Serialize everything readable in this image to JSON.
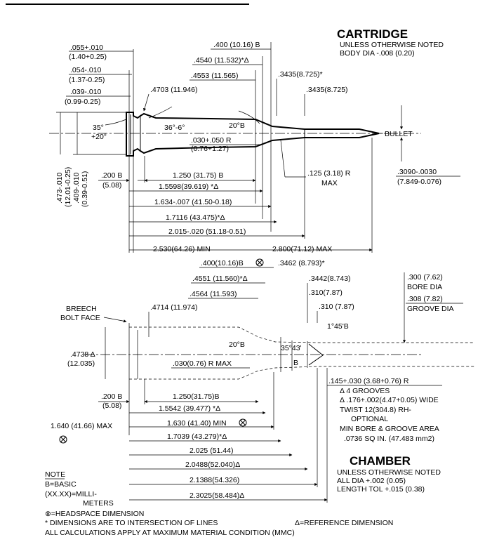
{
  "cartridge": {
    "title": "CARTRIDGE",
    "note_1": "UNLESS OTHERWISE NOTED",
    "note_2": "BODY DIA  -.008 (0.20)",
    "rim_thk_a": ".055+.010",
    "rim_thk_b": "(1.40+0.25)",
    "rim_2a": ".054-.010",
    "rim_2b": "(1.37-0.25)",
    "rim_3a": ".039-.010",
    "rim_3b": "(0.99-0.25)",
    "dia_4703": ".4703 (11.946)",
    "d_400": ".400 (10.16) B",
    "d_4540": ".4540 (11.532)*Δ",
    "d_4553": ".4553 (11.565)",
    "d_3435a": ".3435(8.725)*",
    "d_3435b": ".3435(8.725)",
    "ang_35": "35°",
    "ang_20": "+20°",
    "ang_36": "36°-6°",
    "ang_20b": "20°B",
    "radius_a": ".030+.050 R",
    "radius_b": "(0.76+1.27)",
    "bullet": "BULLET",
    "r125": ".125 (3.18) R",
    "r125max": "MAX",
    "dia_309a": ".3090-.0030",
    "dia_309b": "(7.849-0.076)",
    "d_200": ".200 B",
    "d_200m": "(5.08)",
    "vert_1": ".473-.010",
    "vert_2": "(12.01-0.25)",
    "vert_3": ".409-.010",
    "vert_4": "(0.39-0.51)",
    "l_1250": "1.250 (31.75) B",
    "l_15598": "1.5598(39.619) *Δ",
    "l_1634": "1.634-.007 (41.50-0.18)",
    "l_17116": "1.7116 (43.475)*Δ",
    "l_2015": "2.015-.020 (51.18-0.51)",
    "l_2530": "2.530(64.26) MIN",
    "l_2800": "2.800(71.12) MAX"
  },
  "chamber": {
    "d_400": ".400(10.16)B",
    "d_3462": ".3462 (8.793)*",
    "d_4551": ".4551 (11.560)*Δ",
    "d_3442": ".3442(8.743)",
    "d_4564": ".4564 (11.593)",
    "d_310a": ".310(7.87)",
    "d_310b": ".310 (7.87)",
    "bore_a": ".300 (7.62)",
    "bore_b": "BORE DIA",
    "groove_a": ".308 (7.82)",
    "groove_b": "GROOVE DIA",
    "breech_1": "BREECH",
    "breech_2": "BOLT FACE",
    "d_4714": ".4714 (11.974)",
    "ang_145": "1°45'B",
    "d_4738a": ".4738 Δ",
    "d_4738b": "(12.035)",
    "ang_20": "20°B",
    "ang_3543": "35°43'",
    "b_mark": "B",
    "r_030": ".030(0.76) R MAX",
    "r_145": ".145+.030 (3.68+0.76) R",
    "d_200": ".200 B",
    "d_200m": "(5.08)",
    "l_1250": "1.250(31.75)B",
    "l_15542": "1.5542 (39.477) *Δ",
    "l_1640": "1.640 (41.66) MAX",
    "l_1630": "1.630 (41.40) MIN",
    "l_17039": "1.7039 (43.279)*Δ",
    "l_2025": "2.025 (51.44)",
    "l_20488": "2.0488(52.040)Δ",
    "l_21388": "2.1388(54.326)",
    "l_23025": "2.3025(58.484)Δ",
    "grooves_1": "Δ  4 GROOVES",
    "grooves_2": "Δ .176+.002(4.47+0.05) WIDE",
    "grooves_3": "TWIST 12(304.8) RH-",
    "grooves_4": "OPTIONAL",
    "grooves_5": "MIN BORE & GROOVE AREA",
    "grooves_6": ".0736 SQ IN. (47.483 mm2)",
    "title": "CHAMBER",
    "note_1": "UNLESS OTHERWISE NOTED",
    "note_2": "ALL DIA  +.002 (0.05)",
    "note_3": "LENGTH TOL  +.015 (0.38)"
  },
  "notes": {
    "heading": "NOTE",
    "basic": "B=BASIC",
    "mm_1": "(XX.XX)=MILLI-",
    "mm_2": "METERS",
    "headspace": "⊗=HEADSPACE DIMENSION",
    "intersection": "* DIMENSIONS ARE TO INTERSECTION OF LINES",
    "reference": "Δ=REFERENCE DIMENSION",
    "mmc": "ALL CALCULATIONS APPLY AT MAXIMUM MATERIAL CONDITION (MMC)"
  }
}
